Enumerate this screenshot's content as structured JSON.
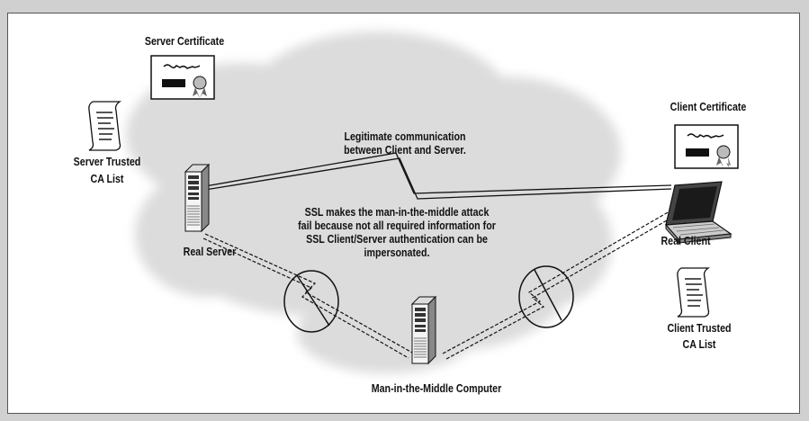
{
  "labels": {
    "server_certificate": "Server Certificate",
    "client_certificate": "Client Certificate",
    "server_trusted_line1": "Server Trusted",
    "server_trusted_line2": "CA List",
    "client_trusted_line1": "Client Trusted",
    "client_trusted_line2": "CA List",
    "legit_line1": "Legitimate communication",
    "legit_line2": "between Client and Server.",
    "ssl_line1": "SSL makes the man-in-the-middle attack",
    "ssl_line2": "fail because not all required information for",
    "ssl_line3": "SSL Client/Server authentication can be",
    "ssl_line4": "impersonated.",
    "real_server": "Real Server",
    "real_client": "Real Client",
    "mitm": "Man-in-the-Middle Computer"
  },
  "icons": [
    "certificate-icon",
    "scroll-icon",
    "server-tower-icon",
    "laptop-icon",
    "prohibited-icon",
    "lightning-link-icon"
  ],
  "colors": {
    "background": "#d0d0d0",
    "panel": "#ffffff",
    "cloud": "#dedede",
    "ink": "#111111"
  }
}
